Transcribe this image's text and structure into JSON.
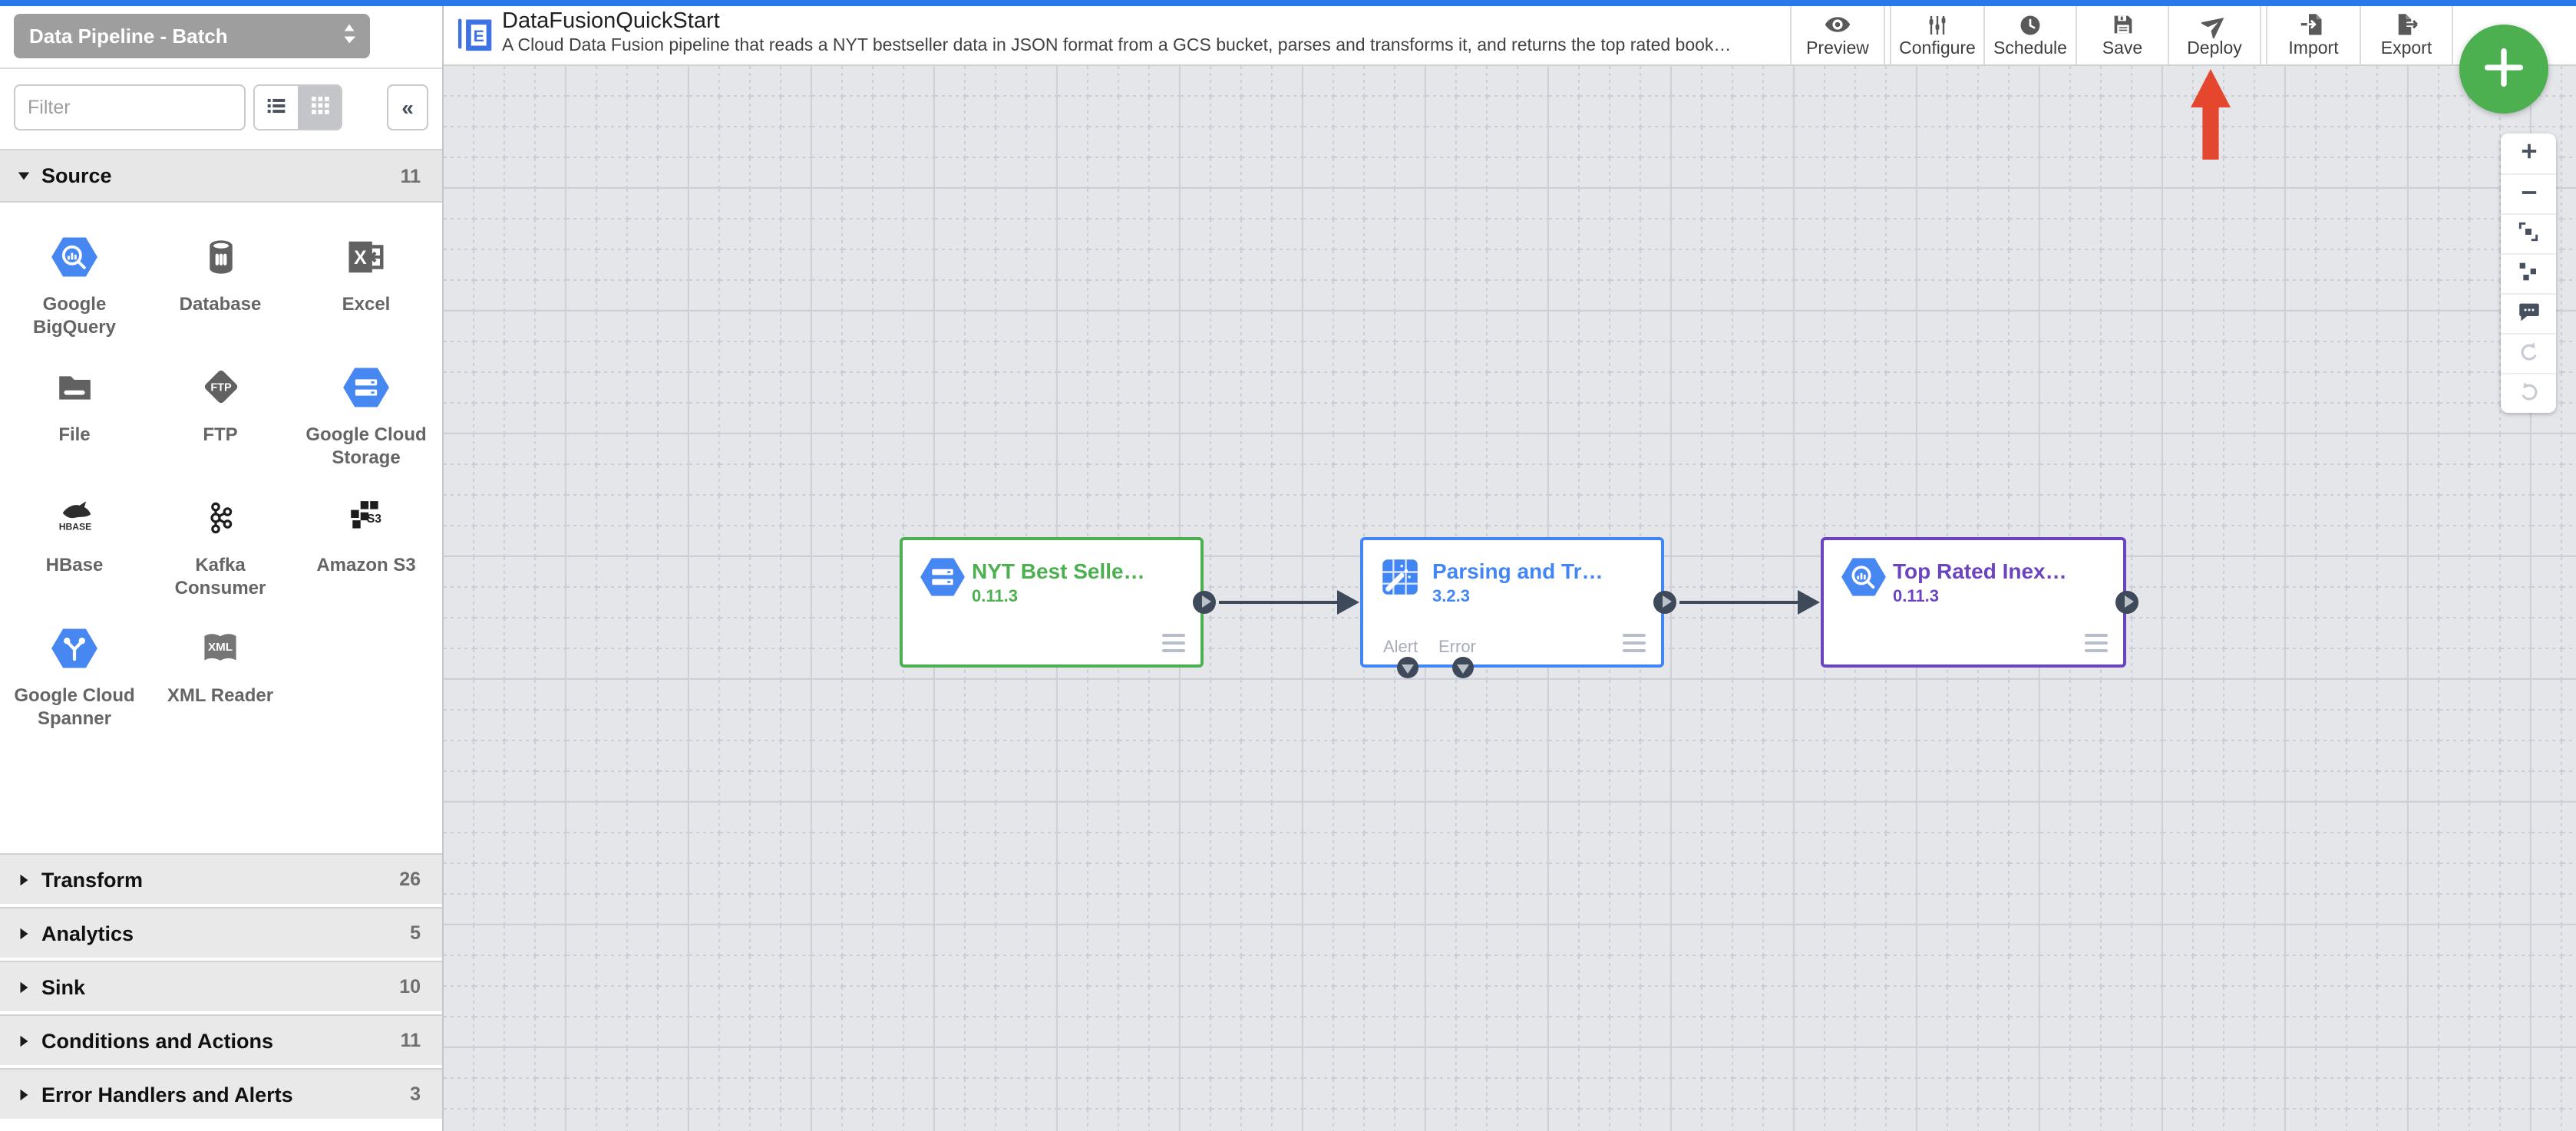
{
  "colors": {
    "topbar_blue": "#2979E8",
    "canvas_background": "#E4E6E9",
    "fab_green": "#4CAF50",
    "annotation_arrow_red": "#E5472E",
    "port_dark": "#3E4A59"
  },
  "sidebar": {
    "pipeline_type_selector": {
      "value": "Data Pipeline - Batch"
    },
    "filter": {
      "placeholder": "Filter"
    },
    "view_toggle": {
      "selected": "grid"
    },
    "collapse_label": "«",
    "sections": [
      {
        "label": "Source",
        "count": "11",
        "expanded": true,
        "items": [
          {
            "label": "Google BigQuery",
            "icon": "bigquery"
          },
          {
            "label": "Database",
            "icon": "database"
          },
          {
            "label": "Excel",
            "icon": "excel"
          },
          {
            "label": "File",
            "icon": "file"
          },
          {
            "label": "FTP",
            "icon": "ftp"
          },
          {
            "label": "Google Cloud Storage",
            "icon": "gcs"
          },
          {
            "label": "HBase",
            "icon": "hbase"
          },
          {
            "label": "Kafka Consumer",
            "icon": "kafka"
          },
          {
            "label": "Amazon S3",
            "icon": "s3"
          },
          {
            "label": "Google Cloud Spanner",
            "icon": "spanner"
          },
          {
            "label": "XML Reader",
            "icon": "xml"
          }
        ]
      },
      {
        "label": "Transform",
        "count": "26",
        "expanded": false
      },
      {
        "label": "Analytics",
        "count": "5",
        "expanded": false
      },
      {
        "label": "Sink",
        "count": "10",
        "expanded": false
      },
      {
        "label": "Conditions and Actions",
        "count": "11",
        "expanded": false
      },
      {
        "label": "Error Handlers and Alerts",
        "count": "3",
        "expanded": false
      }
    ]
  },
  "header": {
    "title": "DataFusionQuickStart",
    "description": "A Cloud Data Fusion pipeline that reads a NYT bestseller data in JSON format from a GCS bucket, parses and transforms it, and returns the top rated book…",
    "actions": [
      {
        "label": "Preview",
        "icon": "eye"
      },
      {
        "label": "Configure",
        "icon": "sliders"
      },
      {
        "label": "Schedule",
        "icon": "clock"
      },
      {
        "label": "Save",
        "icon": "save"
      },
      {
        "label": "Deploy",
        "icon": "send"
      },
      {
        "label": "Import",
        "icon": "import"
      },
      {
        "label": "Export",
        "icon": "export"
      }
    ]
  },
  "canvas": {
    "nodes": [
      {
        "title": "NYT Best Selle…",
        "version": "0.11.3",
        "accent": "#4CAF50",
        "icon": "gcshex"
      },
      {
        "title": "Parsing and Tr…",
        "version": "3.2.3",
        "accent": "#4285F4",
        "icon": "wrangler",
        "ports": [
          "Alert",
          "Error"
        ]
      },
      {
        "title": "Top Rated Inex…",
        "version": "0.11.3",
        "accent": "#6B44C0",
        "icon": "bqhex"
      }
    ],
    "zoom_controls": [
      "zoom-in",
      "zoom-out",
      "fit-to-screen",
      "auto-align",
      "comment",
      "undo",
      "redo"
    ],
    "annotation_arrow": {
      "points_at": "Deploy"
    }
  }
}
